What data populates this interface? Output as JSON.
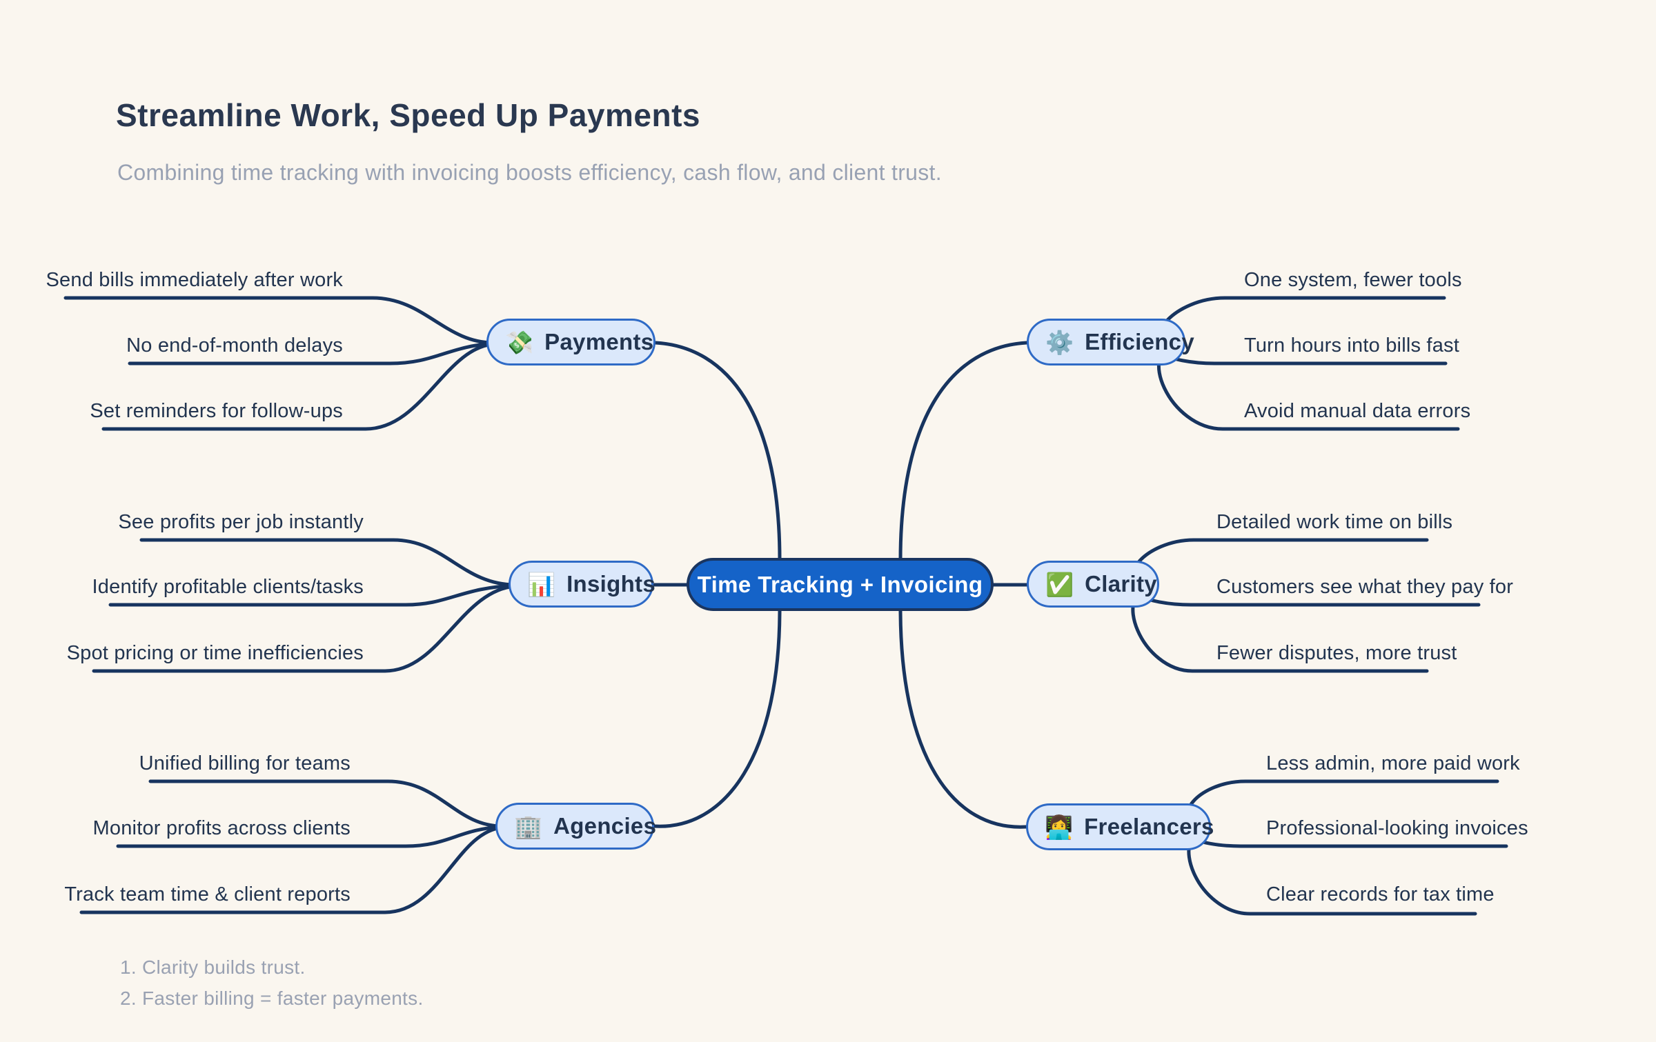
{
  "header": {
    "title": "Streamline Work, Speed Up Payments",
    "subtitle": "Combining time tracking with invoicing boosts efficiency, cash flow, and client trust."
  },
  "center": {
    "label": "Time Tracking + Invoicing"
  },
  "branches": [
    {
      "id": "payments",
      "side": "left",
      "label": "Payments",
      "icon": "💸",
      "icon_name": "money-with-wings-icon",
      "leaves": [
        "Send bills immediately after work",
        "No end-of-month delays",
        "Set reminders for follow-ups"
      ]
    },
    {
      "id": "efficiency",
      "side": "right",
      "label": "Efficiency",
      "icon": "⚙️",
      "icon_name": "gear-icon",
      "leaves": [
        "One system, fewer tools",
        "Turn hours into bills fast",
        "Avoid manual data errors"
      ]
    },
    {
      "id": "insights",
      "side": "left",
      "label": "Insights",
      "icon": "📊",
      "icon_name": "bar-chart-icon",
      "leaves": [
        "See profits per job instantly",
        "Identify profitable clients/tasks",
        "Spot pricing or time inefficiencies"
      ]
    },
    {
      "id": "clarity",
      "side": "right",
      "label": "Clarity",
      "icon": "✅",
      "icon_name": "check-mark-icon",
      "leaves": [
        "Detailed work time on bills",
        "Customers see what they pay for",
        "Fewer disputes, more trust"
      ]
    },
    {
      "id": "agencies",
      "side": "left",
      "label": "Agencies",
      "icon": "🏢",
      "icon_name": "office-building-icon",
      "leaves": [
        "Unified billing for teams",
        "Monitor profits across clients",
        "Track team time & client reports"
      ]
    },
    {
      "id": "freelancers",
      "side": "right",
      "label": "Freelancers",
      "icon": "👩‍💻",
      "icon_name": "woman-technologist-icon",
      "leaves": [
        "Less admin, more paid work",
        "Professional-looking invoices",
        "Clear records for tax time"
      ]
    }
  ],
  "notes": [
    {
      "num": "1.",
      "text": "Clarity builds trust."
    },
    {
      "num": "2.",
      "text": "Faster billing = faster payments."
    }
  ],
  "colors": {
    "background": "#FAF6EF",
    "line": "#17345F",
    "central_fill": "#1563C8",
    "central_border": "#1A3560",
    "pill_fill": "#DBE8FB",
    "pill_border": "#2E6AC6",
    "title": "#2A3850",
    "subtitle": "#98A1B3",
    "leaf_text": "#22344F",
    "notes_text": "#99A1B2"
  }
}
